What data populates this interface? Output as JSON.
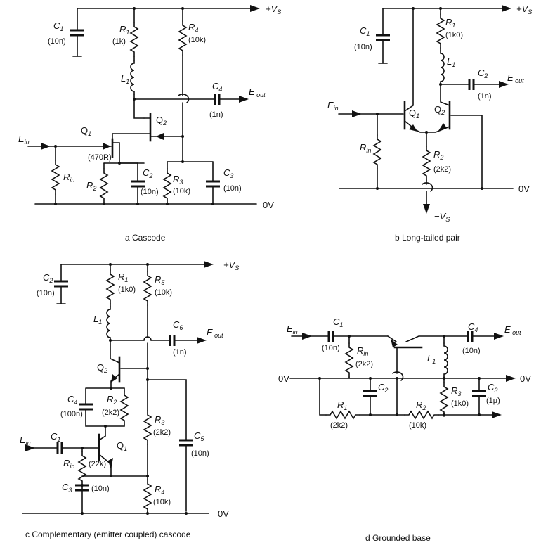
{
  "captions": {
    "a": "a Cascode",
    "b": "b Long-tailed pair",
    "c": "c Complementary (emitter coupled) cascode",
    "d": "d Grounded base"
  },
  "rails": {
    "vs": "+V",
    "vs_sub": "S",
    "ov": "0V",
    "neg_vs": "−V",
    "neg_vs_sub": "S"
  },
  "signals": {
    "ein": "E",
    "ein_sub": "in",
    "eout": "E",
    "eout_sub": " out"
  },
  "circuit_a": {
    "C1": {
      "name": "C",
      "sub": "1",
      "value": "(10n)"
    },
    "R1": {
      "name": "R",
      "sub": "1",
      "value": "(1k)"
    },
    "R4": {
      "name": "R",
      "sub": "4",
      "value": "(10k)"
    },
    "L1": {
      "name": "L",
      "sub": "1"
    },
    "C4": {
      "name": "C",
      "sub": "4",
      "value": "(1n)"
    },
    "Q2": {
      "name": "Q",
      "sub": "2"
    },
    "Q1": {
      "name": "Q",
      "sub": "1",
      "value": "(470R)"
    },
    "Rin": {
      "name": "R",
      "sub": "in"
    },
    "R2": {
      "name": "R",
      "sub": "2"
    },
    "C2": {
      "name": "C",
      "sub": "2",
      "value": "(10n)"
    },
    "R3": {
      "name": "R",
      "sub": "3",
      "value": "(10k)"
    },
    "C3": {
      "name": "C",
      "sub": "3",
      "value": "(10n)"
    }
  },
  "circuit_b": {
    "C1": {
      "name": "C",
      "sub": "1",
      "value": "(10n)"
    },
    "R1": {
      "name": "R",
      "sub": "1",
      "value": "(1k0)"
    },
    "L1": {
      "name": "L",
      "sub": "1"
    },
    "C2": {
      "name": "C",
      "sub": "2",
      "value": "(1n)"
    },
    "Q1": {
      "name": "Q",
      "sub": "1"
    },
    "Q2": {
      "name": "Q",
      "sub": "2"
    },
    "Rin": {
      "name": "R",
      "sub": "in"
    },
    "R2": {
      "name": "R",
      "sub": "2",
      "value": "(2k2)"
    }
  },
  "circuit_c": {
    "C2": {
      "name": "C",
      "sub": "2",
      "value": "(10n)"
    },
    "R1": {
      "name": "R",
      "sub": "1",
      "value": "(1k0)"
    },
    "R5": {
      "name": "R",
      "sub": "5",
      "value": "(10k)"
    },
    "L1": {
      "name": "L",
      "sub": "1"
    },
    "C6": {
      "name": "C",
      "sub": "6",
      "value": "(1n)"
    },
    "Q2": {
      "name": "Q",
      "sub": "2"
    },
    "C4": {
      "name": "C",
      "sub": "4",
      "value": "(100n)"
    },
    "R2": {
      "name": "R",
      "sub": "2",
      "value": "(2k2)"
    },
    "R3": {
      "name": "R",
      "sub": "3",
      "value": "(2k2)"
    },
    "C5": {
      "name": "C",
      "sub": "5",
      "value": "(10n)"
    },
    "C1": {
      "name": "C",
      "sub": "1"
    },
    "Q1": {
      "name": "Q",
      "sub": "1"
    },
    "Rin": {
      "name": "R",
      "sub": "in",
      "value": "(22k)"
    },
    "C3": {
      "name": "C",
      "sub": "3",
      "value": "(10n)"
    },
    "R4": {
      "name": "R",
      "sub": "4",
      "value": "(10k)"
    }
  },
  "circuit_d": {
    "C1": {
      "name": "C",
      "sub": "1",
      "value": "(10n)"
    },
    "Rin": {
      "name": "R",
      "sub": "in",
      "value": "(2k2)"
    },
    "C4": {
      "name": "C",
      "sub": "4",
      "value": "(10n)"
    },
    "L1": {
      "name": "L",
      "sub": "1"
    },
    "C2": {
      "name": "C",
      "sub": "2"
    },
    "R3": {
      "name": "R",
      "sub": "3",
      "value": "(1k0)"
    },
    "C3": {
      "name": "C",
      "sub": "3",
      "value": "(1μ)"
    },
    "R1": {
      "name": "R",
      "sub": "1",
      "value": "(2k2)"
    },
    "R2": {
      "name": "R",
      "sub": "2",
      "value": "(10k)"
    }
  }
}
